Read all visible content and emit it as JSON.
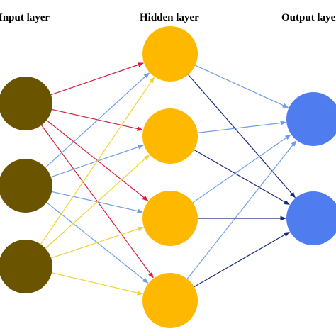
{
  "labels": {
    "input": "Input layer",
    "hidden": "Hidden layer",
    "output": "Output layer"
  },
  "layers": [
    {
      "id": "input",
      "count": 3,
      "color": "#6b5400"
    },
    {
      "id": "hidden",
      "count": 4,
      "color": "#ffb800"
    },
    {
      "id": "output",
      "count": 2,
      "color": "#4f7df0"
    }
  ],
  "edge_colors": {
    "input_0": "#d81e3c",
    "input_1": "#6f9ee8",
    "input_2": "#f2d22e",
    "hidden_to_output_0": "#6f9ee8",
    "hidden_to_output_1": "#1a2a78"
  }
}
